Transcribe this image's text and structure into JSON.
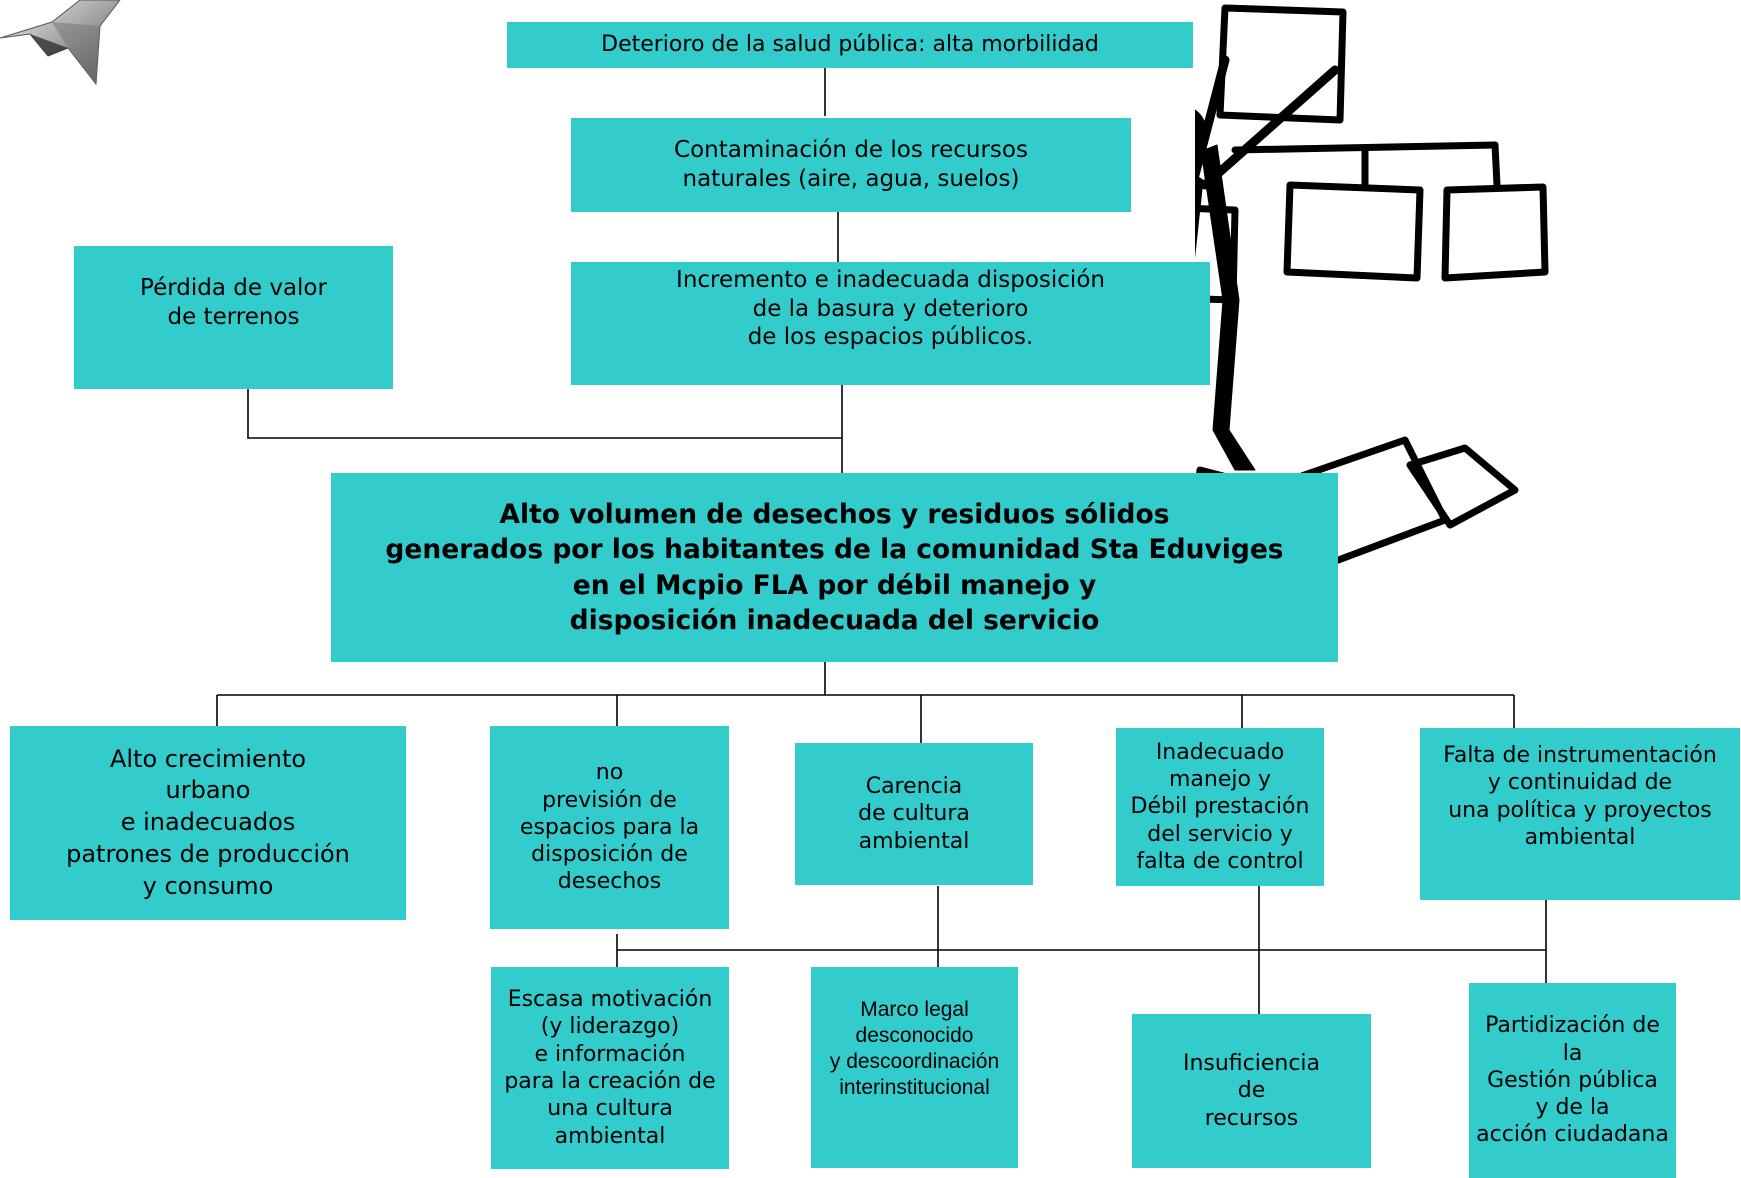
{
  "colors": {
    "box_fill": "#33cccc",
    "line": "#000000",
    "text": "#000000"
  },
  "decorations": {
    "top_left": "star-icon",
    "top_right": "stick-figure-holding-org-chart"
  },
  "effects": {
    "salud": "Deterioro de la salud pública: alta morbilidad",
    "contaminacion": "Contaminación de los recursos\nnaturales (aire, agua, suelos)",
    "incremento": "Incremento  e inadecuada disposición\nde la basura y deterioro\nde los espacios públicos.",
    "perdida": "Pérdida de valor\nde terrenos"
  },
  "central_problem": "Alto volumen de desechos  y  residuos sólidos\ngenerados por los  habitantes de la comunidad Sta Eduviges\nen el Mcpio FLA  por débil manejo y\ndisposición  inadecuada del servicio",
  "causes": {
    "crecimiento": "Alto crecimiento\nurbano\ne inadecuados\npatrones de producción\ny consumo",
    "prevision": "no\nprevisión de\nespacios para la\ndisposición de\ndesechos",
    "carencia": "Carencia\nde cultura\nambiental",
    "manejo": "Inadecuado\nmanejo y\nDébil prestación\ndel servicio y\nfalta de control",
    "instrumentacion": "Falta de instrumentación\ny continuidad de\nuna política y proyectos\nambiental"
  },
  "root_causes": {
    "motivacion": "Escasa motivación\n(y liderazgo)\ne información\npara la creación de\nuna cultura\nambiental",
    "marco": "Marco legal\ndesconocido\ny descoordinación\ninterinstitucional",
    "insuficiencia": "Insuficiencia\nde\nrecursos",
    "partidizacion": "Partidización de la\nGestión pública\ny de la\nacción ciudadana"
  }
}
